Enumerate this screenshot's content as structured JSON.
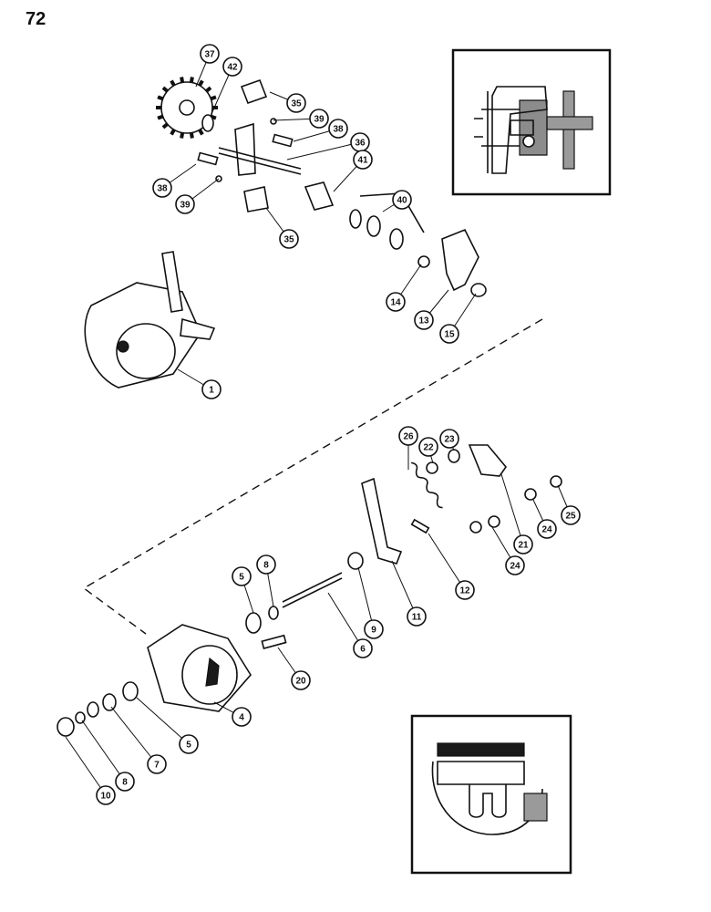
{
  "page": {
    "number": "72"
  },
  "callouts": [
    "37",
    "42",
    "35",
    "39",
    "38",
    "36",
    "38",
    "39",
    "41",
    "40",
    "35",
    "14",
    "13",
    "15",
    "1",
    "26",
    "22",
    "23",
    "21",
    "24",
    "25",
    "12",
    "24",
    "8",
    "5",
    "6",
    "9",
    "11",
    "20",
    "4",
    "5",
    "7",
    "8",
    "10"
  ]
}
